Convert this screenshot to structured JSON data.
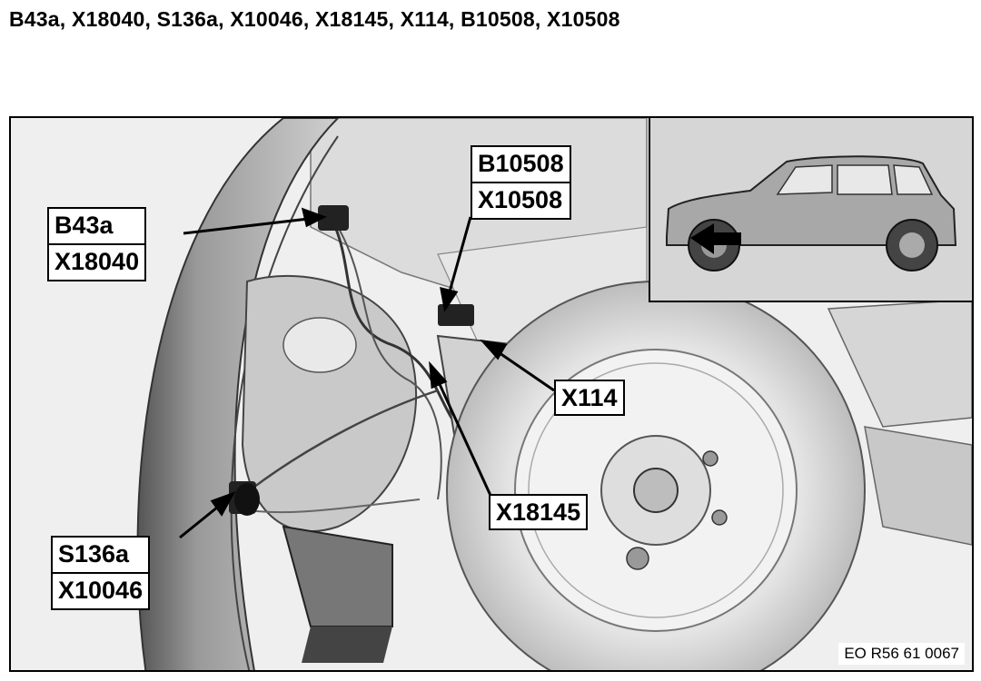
{
  "title": "B43a, X18040, S136a, X10046, X18145, X114, B10508, X10508",
  "callouts": {
    "b43a": "B43a",
    "x18040": "X18040",
    "b10508": "B10508",
    "x10508": "X10508",
    "x114": "X114",
    "x18145": "X18145",
    "s136a": "S136a",
    "x10046": "X10046"
  },
  "figure_code": "EO R56 61 0067"
}
